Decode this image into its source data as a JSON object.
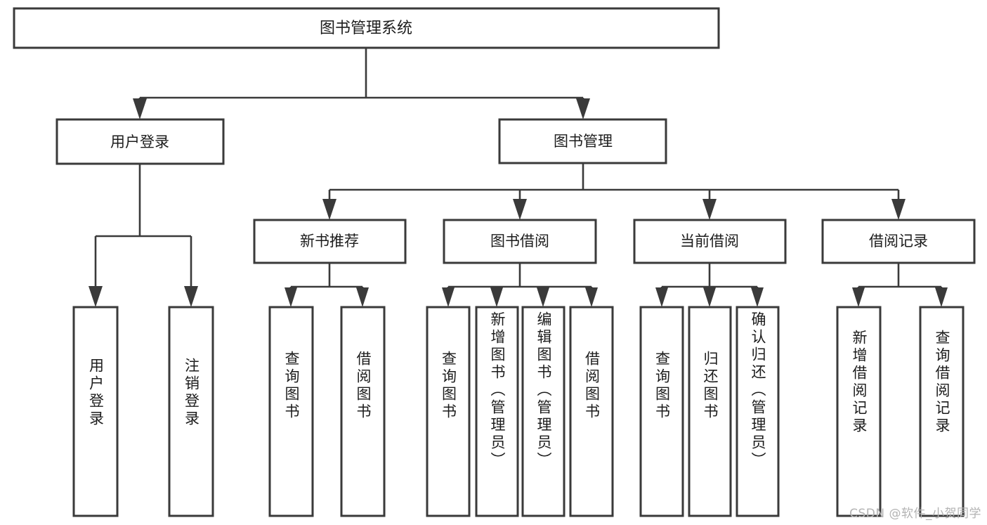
{
  "diagram": {
    "type": "tree-hierarchy-chart",
    "title": "图书管理系统",
    "watermark": "CSDN @软件_小贺同学",
    "colors": {
      "stroke": "#3a3a3a",
      "fill": "#ffffff",
      "text": "#1c1c1c",
      "watermark": "#b3b3b3",
      "background": "#ffffff"
    },
    "root": {
      "id": "root",
      "label": "图书管理系统",
      "orientation": "horizontal"
    },
    "level1": [
      {
        "id": "user-login",
        "label": "用户登录",
        "orientation": "horizontal"
      },
      {
        "id": "book-management",
        "label": "图书管理",
        "orientation": "horizontal"
      }
    ],
    "level2": [
      {
        "id": "new-book-recommend",
        "label": "新书推荐",
        "parent": "book-management",
        "orientation": "horizontal"
      },
      {
        "id": "book-borrow",
        "label": "图书借阅",
        "parent": "book-management",
        "orientation": "horizontal"
      },
      {
        "id": "current-borrow",
        "label": "当前借阅",
        "parent": "book-management",
        "orientation": "horizontal"
      },
      {
        "id": "borrow-record",
        "label": "借阅记录",
        "parent": "book-management",
        "orientation": "horizontal"
      }
    ],
    "leaves": [
      {
        "id": "leaf-user-login",
        "label": "用户登录",
        "parent": "user-login",
        "orientation": "vertical"
      },
      {
        "id": "leaf-user-logout",
        "label": "注销登录",
        "parent": "user-login",
        "orientation": "vertical"
      },
      {
        "id": "leaf-query-book-1",
        "label": "查询图书",
        "parent": "new-book-recommend",
        "orientation": "vertical"
      },
      {
        "id": "leaf-borrow-book-1",
        "label": "借阅图书",
        "parent": "new-book-recommend",
        "orientation": "vertical"
      },
      {
        "id": "leaf-query-book-2",
        "label": "查询图书",
        "parent": "book-borrow",
        "orientation": "vertical"
      },
      {
        "id": "leaf-add-book",
        "label": "新增图书（管理员）",
        "parent": "book-borrow",
        "orientation": "vertical"
      },
      {
        "id": "leaf-edit-book",
        "label": "编辑图书（管理员）",
        "parent": "book-borrow",
        "orientation": "vertical"
      },
      {
        "id": "leaf-borrow-book-2",
        "label": "借阅图书",
        "parent": "book-borrow",
        "orientation": "vertical"
      },
      {
        "id": "leaf-query-book-3",
        "label": "查询图书",
        "parent": "current-borrow",
        "orientation": "vertical"
      },
      {
        "id": "leaf-return-book",
        "label": "归还图书",
        "parent": "current-borrow",
        "orientation": "vertical"
      },
      {
        "id": "leaf-confirm-return",
        "label": "确认归还（管理员）",
        "parent": "current-borrow",
        "orientation": "vertical"
      },
      {
        "id": "leaf-add-record",
        "label": "新增借阅记录",
        "parent": "borrow-record",
        "orientation": "vertical"
      },
      {
        "id": "leaf-query-record",
        "label": "查询借阅记录",
        "parent": "borrow-record",
        "orientation": "vertical"
      }
    ]
  }
}
